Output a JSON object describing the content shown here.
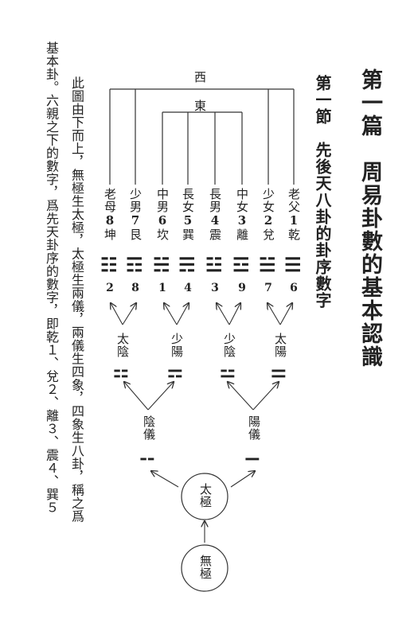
{
  "header": {
    "chapter_title": "第一篇　周易卦數的基本認識",
    "section_title": "第一節　先後天八卦的卦序數字"
  },
  "body_text": {
    "line1": "此圖由下而上，無極生太極，太極生兩儀，兩儀生四象，四象生八卦，稱之爲",
    "line2": "基本卦。六親之下的數字，爲先天卦序的數字，即乾１、兌２、離３、震４、巽５"
  },
  "diagram": {
    "direction_west": "西",
    "direction_east": "東",
    "trigrams": [
      {
        "relation": "老父",
        "order": "1",
        "name": "乾",
        "symbol": "☰",
        "later_number": "6"
      },
      {
        "relation": "少女",
        "order": "2",
        "name": "兌",
        "symbol": "☱",
        "later_number": "7"
      },
      {
        "relation": "中女",
        "order": "3",
        "name": "離",
        "symbol": "☲",
        "later_number": "9"
      },
      {
        "relation": "長男",
        "order": "4",
        "name": "震",
        "symbol": "☳",
        "later_number": "3"
      },
      {
        "relation": "長女",
        "order": "5",
        "name": "巽",
        "symbol": "☴",
        "later_number": "4"
      },
      {
        "relation": "中男",
        "order": "6",
        "name": "坎",
        "symbol": "☵",
        "later_number": "1"
      },
      {
        "relation": "少男",
        "order": "7",
        "name": "艮",
        "symbol": "☶",
        "later_number": "8"
      },
      {
        "relation": "老母",
        "order": "8",
        "name": "坤",
        "symbol": "☷",
        "later_number": "2"
      }
    ],
    "four_images": [
      {
        "name": "太陽",
        "symbol": "⚌"
      },
      {
        "name": "少陰",
        "symbol": "⚍"
      },
      {
        "name": "少陽",
        "symbol": "⚎"
      },
      {
        "name": "太陰",
        "symbol": "⚏"
      }
    ],
    "two_modes": [
      {
        "name": "陽儀",
        "symbol": "⚊"
      },
      {
        "name": "陰儀",
        "symbol": "⚋"
      }
    ],
    "taiji": "太極",
    "wuji": "無極"
  }
}
